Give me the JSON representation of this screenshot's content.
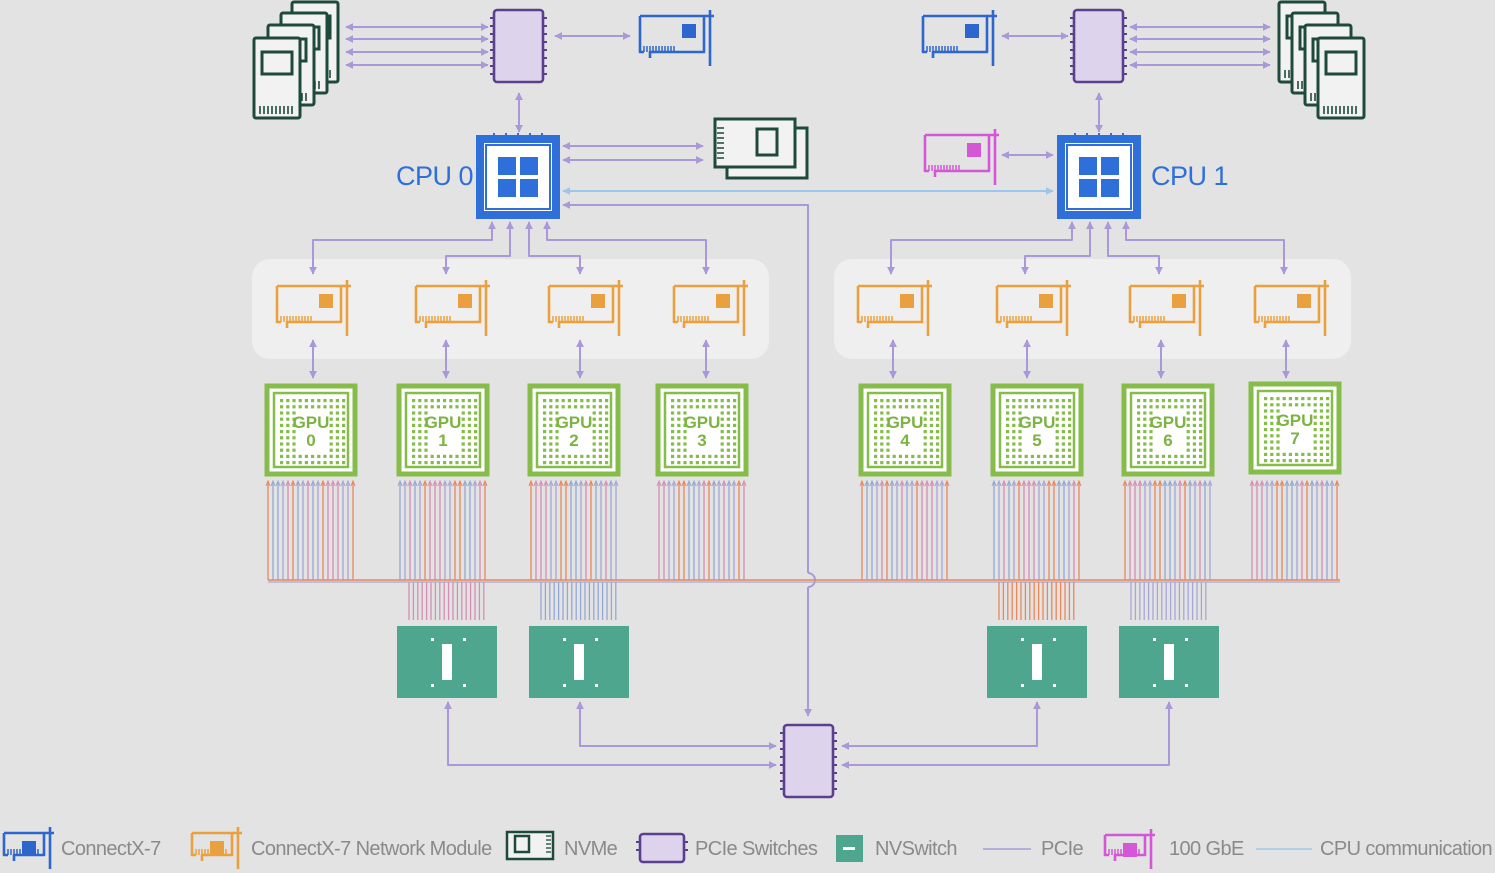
{
  "cpus": [
    {
      "label": "CPU 0"
    },
    {
      "label": "CPU 1"
    }
  ],
  "gpus": [
    {
      "label": "GPU",
      "index": "0"
    },
    {
      "label": "GPU",
      "index": "1"
    },
    {
      "label": "GPU",
      "index": "2"
    },
    {
      "label": "GPU",
      "index": "3"
    },
    {
      "label": "GPU",
      "index": "4"
    },
    {
      "label": "GPU",
      "index": "5"
    },
    {
      "label": "GPU",
      "index": "6"
    },
    {
      "label": "GPU",
      "index": "7"
    }
  ],
  "legend": {
    "connectx7": "ConnectX-7",
    "connectx7_module": "ConnectX-7 Network Module",
    "nvme": "NVMe",
    "pcie_switches": "PCIe Switches",
    "nvswitch": "NVSwitch",
    "pcie": "PCIe",
    "gbe100": "100 GbE",
    "cpu_comm": "CPU communication"
  },
  "colors": {
    "cpu": "#2f6fd9",
    "pcie_line": "#a999d9",
    "cpu_link": "#9cc7ec",
    "connectx7_module": "#eaa03f",
    "connectx7": "#2d66cc",
    "gbe100": "#d457d6",
    "gpu": "#86bd4a",
    "nvswitch": "#4fa68f",
    "nvme": "#1d4a3a",
    "pcie_switch_fill": "#ddd3ec",
    "pcie_switch_stroke": "#5a3f8f",
    "nvlink_pink": "#d48fb4",
    "nvlink_orange": "#e8875a",
    "nvlink_lavender": "#a7a7d6",
    "nvlink_blue": "#93a9d3"
  }
}
